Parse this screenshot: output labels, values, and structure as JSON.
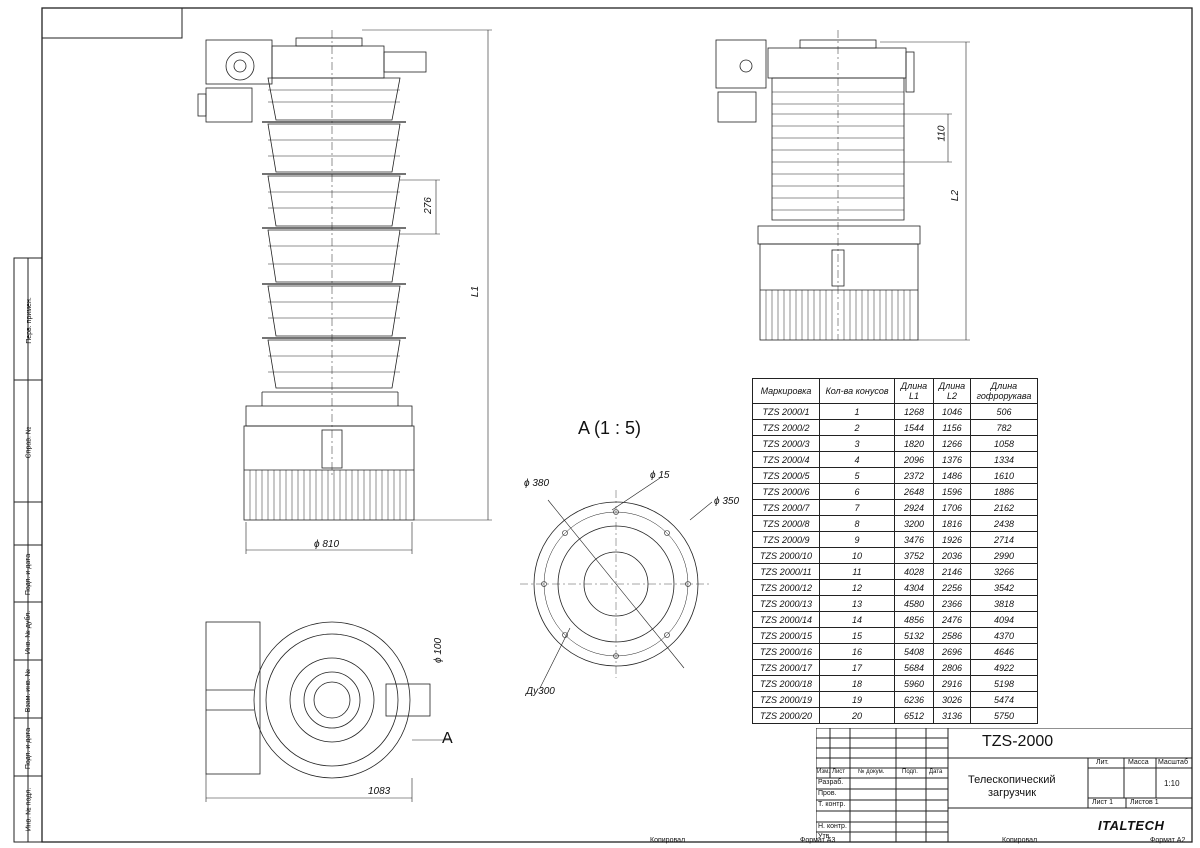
{
  "view_label": "A   (1 : 5)",
  "section_marker": "A",
  "dims": {
    "l1": "L1",
    "l2": "L2",
    "d810": "ϕ 810",
    "d1083": "1083",
    "h276": "276",
    "h110": "110",
    "d100": "ϕ 100",
    "d380": "ϕ 380",
    "d15": "ϕ 15",
    "d350": "ϕ 350",
    "du300": "Ду300"
  },
  "spec_table": {
    "headers": [
      "Маркировка",
      "Кол-ва конусов",
      "Длина L1",
      "Длина L2",
      "Длина гофрорукава"
    ],
    "rows": [
      [
        "TZS 2000/1",
        "1",
        "1268",
        "1046",
        "506"
      ],
      [
        "TZS 2000/2",
        "2",
        "1544",
        "1156",
        "782"
      ],
      [
        "TZS 2000/3",
        "3",
        "1820",
        "1266",
        "1058"
      ],
      [
        "TZS 2000/4",
        "4",
        "2096",
        "1376",
        "1334"
      ],
      [
        "TZS 2000/5",
        "5",
        "2372",
        "1486",
        "1610"
      ],
      [
        "TZS 2000/6",
        "6",
        "2648",
        "1596",
        "1886"
      ],
      [
        "TZS 2000/7",
        "7",
        "2924",
        "1706",
        "2162"
      ],
      [
        "TZS 2000/8",
        "8",
        "3200",
        "1816",
        "2438"
      ],
      [
        "TZS 2000/9",
        "9",
        "3476",
        "1926",
        "2714"
      ],
      [
        "TZS 2000/10",
        "10",
        "3752",
        "2036",
        "2990"
      ],
      [
        "TZS 2000/11",
        "11",
        "4028",
        "2146",
        "3266"
      ],
      [
        "TZS 2000/12",
        "12",
        "4304",
        "2256",
        "3542"
      ],
      [
        "TZS 2000/13",
        "13",
        "4580",
        "2366",
        "3818"
      ],
      [
        "TZS 2000/14",
        "14",
        "4856",
        "2476",
        "4094"
      ],
      [
        "TZS 2000/15",
        "15",
        "5132",
        "2586",
        "4370"
      ],
      [
        "TZS 2000/16",
        "16",
        "5408",
        "2696",
        "4646"
      ],
      [
        "TZS 2000/17",
        "17",
        "5684",
        "2806",
        "4922"
      ],
      [
        "TZS 2000/18",
        "18",
        "5960",
        "2916",
        "5198"
      ],
      [
        "TZS 2000/19",
        "19",
        "6236",
        "3026",
        "5474"
      ],
      [
        "TZS 2000/20",
        "20",
        "6512",
        "3136",
        "5750"
      ]
    ]
  },
  "title_block": {
    "code": "TZS-2000",
    "name_line1": "Телескопический",
    "name_line2": "загрузчик",
    "lit": "Лит.",
    "mass": "Масса",
    "scale_label": "Масштаб",
    "scale": "1:10",
    "sheet": "Лист 1",
    "sheets": "Листов 1",
    "cols": [
      "Изм.",
      "Лист",
      "№ докум.",
      "Подп.",
      "Дата"
    ],
    "rows": [
      "Разраб.",
      "Пров.",
      "Т. контр.",
      "",
      "Н. контр.",
      "Утв."
    ],
    "logo": "ITALTECH"
  },
  "side_stamps": [
    "Перв. примен.",
    "Справ. №",
    "Подп. и дата",
    "Инв. № дубл.",
    "Взам. инв. №",
    "Подп. и дата",
    "Инв. № подл."
  ],
  "footer": {
    "copy1": "Копировал",
    "format1": "Формат А3",
    "copy2": "Копировал",
    "format2": "Формат А2"
  }
}
